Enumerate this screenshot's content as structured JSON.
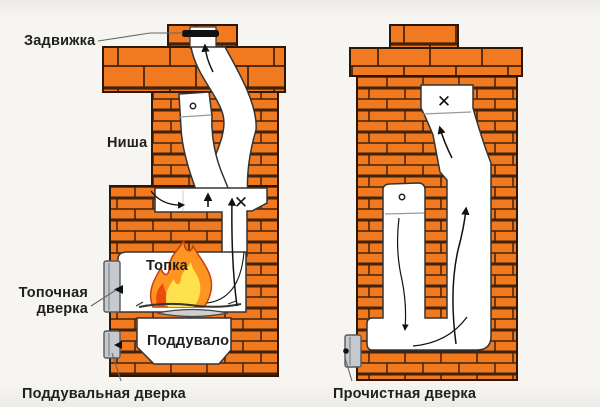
{
  "labels": {
    "damper": "Задвижка",
    "niche": "Ниша",
    "firebox": "Топка",
    "firebox_door_line1": "Топочная",
    "firebox_door_line2": "дверка",
    "ash_pit": "Поддувало",
    "ash_pit_door": "Поддувальная дверка",
    "cleanout_door": "Прочистная дверка"
  },
  "symbols": {
    "closed_mark": "✕"
  },
  "colors": {
    "background": "#f7f5f1",
    "brick": "#f1791f",
    "brick_joint": "#3f2008",
    "channel_white": "#ffffff",
    "door_gray": "#c6c9cd",
    "damper_black": "#121212",
    "flame_outer": "#ff9420",
    "flame_core": "#ffe14d",
    "flame_red": "#e94d0d",
    "text": "#1f1f1f"
  }
}
